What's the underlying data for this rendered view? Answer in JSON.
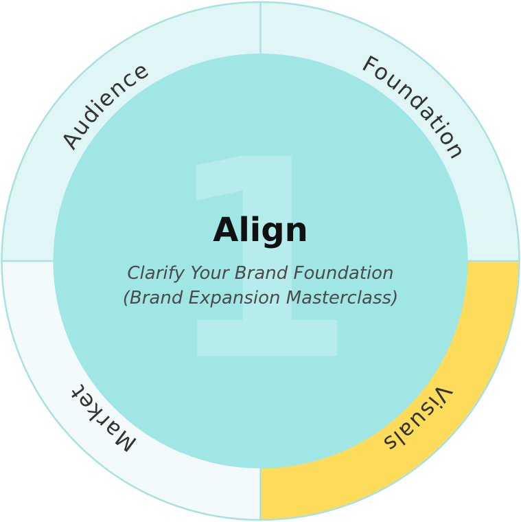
{
  "center": {
    "number": "1",
    "title": "Align",
    "subtitle_line1": "Clarify Your Brand Foundation",
    "subtitle_line2": "(Brand Expansion Masterclass)"
  },
  "segments": [
    {
      "label": "Foundation",
      "color": "#e0f5f6",
      "highlighted": false
    },
    {
      "label": "Visuals",
      "color": "#fddc5c",
      "highlighted": true
    },
    {
      "label": "Market",
      "color": "#f2fafb",
      "highlighted": false
    },
    {
      "label": "Audience",
      "color": "#e0f5f6",
      "highlighted": false
    }
  ],
  "colors": {
    "inner_circle": "#a0e6e5",
    "outer_border": "#a8e1e3",
    "divider": "#a8e1e3"
  }
}
